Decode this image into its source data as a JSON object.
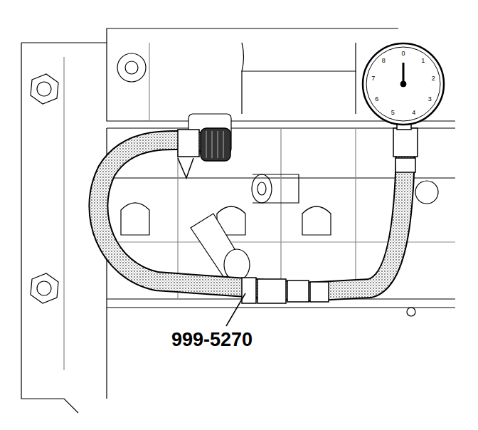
{
  "diagram": {
    "labels": [
      "0",
      "1",
      "2",
      "3",
      "4",
      "5",
      "6",
      "7",
      "8",
      "999-5270"
    ]
  }
}
